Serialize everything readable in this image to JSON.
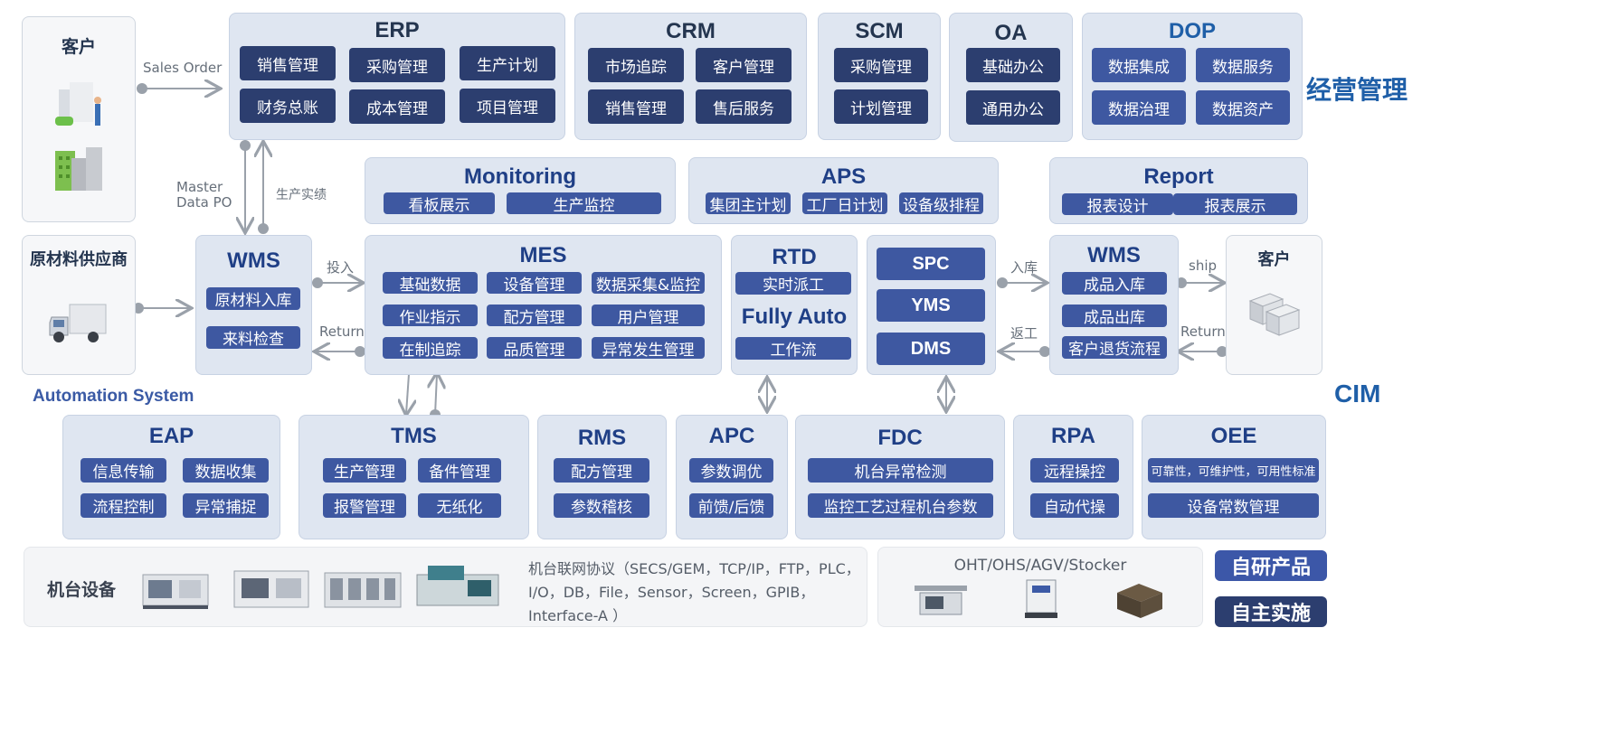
{
  "side_labels": {
    "business": "经营管理",
    "cim": "CIM",
    "automation": "Automation  System"
  },
  "customer_top": {
    "title": "客户"
  },
  "erp": {
    "title": "ERP",
    "items": [
      "销售管理",
      "采购管理",
      "生产计划",
      "财务总账",
      "成本管理",
      "项目管理"
    ]
  },
  "crm": {
    "title": "CRM",
    "items": [
      "市场追踪",
      "客户管理",
      "销售管理",
      "售后服务"
    ]
  },
  "scm": {
    "title": "SCM",
    "items": [
      "采购管理",
      "计划管理"
    ]
  },
  "oa": {
    "title": "OA",
    "items": [
      "基础办公",
      "通用办公"
    ]
  },
  "dop": {
    "title": "DOP",
    "items": [
      "数据集成",
      "数据服务",
      "数据治理",
      "数据资产"
    ]
  },
  "monitoring": {
    "title": "Monitoring",
    "items": [
      "看板展示",
      "生产监控"
    ]
  },
  "aps": {
    "title": "APS",
    "items": [
      "集团主计划",
      "工厂日计划",
      "设备级排程"
    ]
  },
  "report": {
    "title": "Report",
    "items": [
      "报表设计",
      "报表展示"
    ]
  },
  "supplier": {
    "title": "原材料供应商"
  },
  "wms_in": {
    "title": "WMS",
    "items": [
      "原材料入库",
      "来料检查"
    ]
  },
  "mes": {
    "title": "MES",
    "items": [
      "基础数据",
      "设备管理",
      "数据采集&监控",
      "作业指示",
      "配方管理",
      "用户管理",
      "在制追踪",
      "品质管理",
      "异常发生管理"
    ]
  },
  "rtd": {
    "title": "RTD",
    "item1": "实时派工",
    "subtitle": "Fully Auto",
    "item2": "工作流"
  },
  "spc_group": {
    "items": [
      "SPC",
      "YMS",
      "DMS"
    ]
  },
  "wms_out": {
    "title": "WMS",
    "items": [
      "成品入库",
      "成品出库",
      "客户退货流程"
    ]
  },
  "customer_right": {
    "title": "客户"
  },
  "flow_labels": {
    "sales_order": "Sales Order",
    "master_data_1": "Master",
    "master_data_2": "Data PO",
    "production_result": "生产实绩",
    "input": "投入",
    "return_left": "Return",
    "warehouse_in": "入库",
    "rework": "返工",
    "ship": "ship",
    "return_right": "Return"
  },
  "eap": {
    "title": "EAP",
    "items": [
      "信息传输",
      "数据收集",
      "流程控制",
      "异常捕捉"
    ]
  },
  "tms": {
    "title": "TMS",
    "items": [
      "生产管理",
      "备件管理",
      "报警管理",
      "无纸化"
    ]
  },
  "rms": {
    "title": "RMS",
    "items": [
      "配方管理",
      "参数稽核"
    ]
  },
  "apc": {
    "title": "APC",
    "items": [
      "参数调优",
      "前馈/后馈"
    ]
  },
  "fdc": {
    "title": "FDC",
    "items": [
      "机台异常检测",
      "监控工艺过程机台参数"
    ]
  },
  "rpa": {
    "title": "RPA",
    "items": [
      "远程操控",
      "自动代操"
    ]
  },
  "oee": {
    "title": "OEE",
    "items": [
      "可靠性，可维护性，可用性标准",
      "设备常数管理"
    ]
  },
  "equipment": {
    "title": "机台设备",
    "protocol_lines": [
      "机台联网协议（SECS/GEM，TCP/IP，FTP，PLC，",
      "I/O，DB，File，Sensor，Screen，GPIB，",
      "Interface-A ）"
    ]
  },
  "logistics": {
    "title": "OHT/OHS/AGV/Stocker"
  },
  "legend": {
    "self_developed": "自研产品",
    "self_implemented": "自主实施"
  },
  "colors": {
    "accent_blue": "#1f5fa8",
    "dark_button": "#2c3e6f",
    "mid_button": "#3e58a1",
    "panel_bg": "#dfe6f1",
    "arrow": "#9aa1aa"
  }
}
